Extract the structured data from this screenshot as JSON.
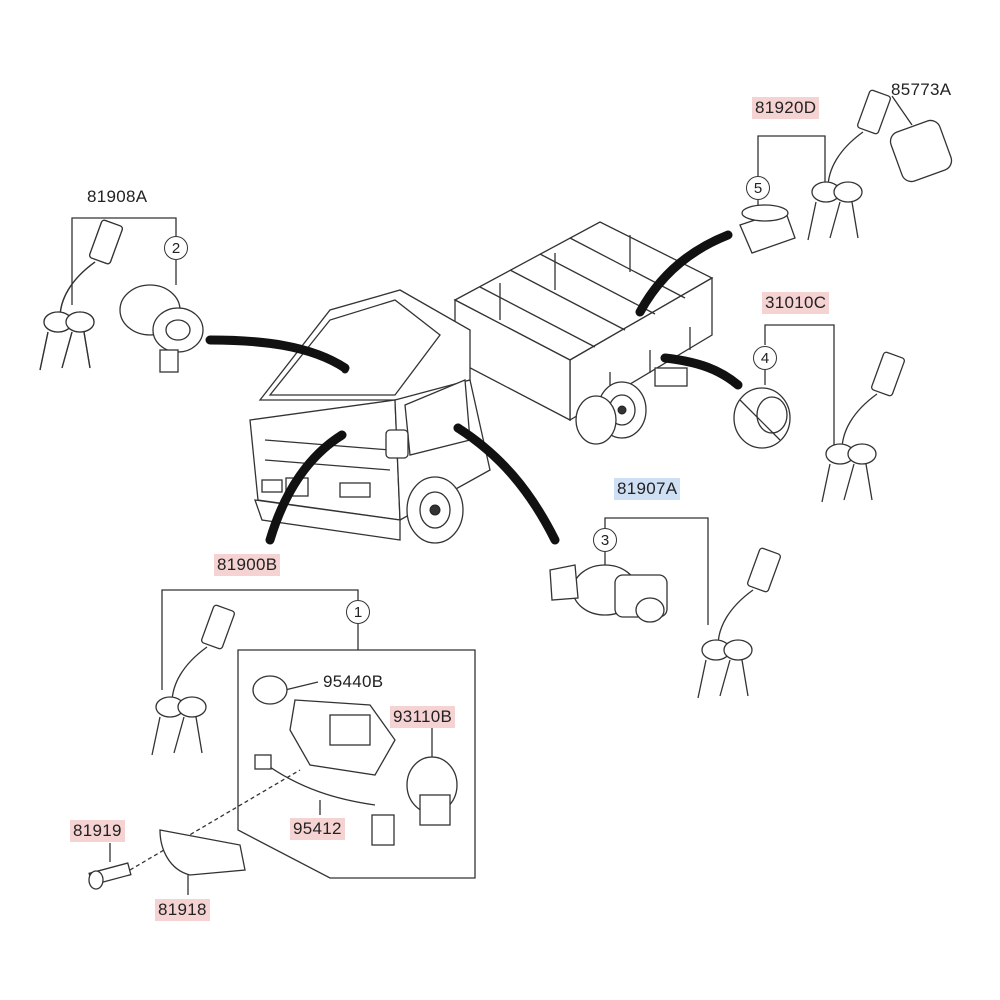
{
  "labels": {
    "p81908A": "81908A",
    "p81920D": "81920D",
    "p85773A": "85773A",
    "p31010C": "31010C",
    "p81907A": "81907A",
    "p81900B": "81900B",
    "p95440B": "95440B",
    "p93110B": "93110B",
    "p95412": "95412",
    "p81919": "81919",
    "p81918": "81918"
  },
  "callouts": {
    "c1": "1",
    "c2": "2",
    "c3": "3",
    "c4": "4",
    "c5": "5"
  },
  "colors": {
    "highlight_red": "#f6d3d3",
    "highlight_blue": "#cfe0f5",
    "line": "#333333"
  },
  "icons": [
    "truck-illustration",
    "key-set-icon",
    "lock-cylinder-icon",
    "ignition-switch-icon",
    "fuel-cap-icon"
  ]
}
